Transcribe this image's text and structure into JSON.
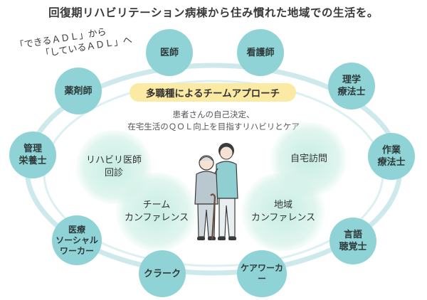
{
  "title": "回復期リハビリテーション病棟から住み慣れた地域での生活を。",
  "tagline": {
    "line1": "「できるＡＤＬ」から",
    "line2": "「しているＡＤＬ」へ"
  },
  "banner": "多職種によるチームアプローチ",
  "goal": {
    "line1": "患者さんの自己決定、",
    "line2": "在宅生活のＱＯＬ向上を目指すリハビリとケア"
  },
  "professions": {
    "doctor": "医師",
    "nurse": "看護師",
    "pt": "理学\n療法士",
    "ot": "作業\n療法士",
    "st": "言語\n聴覚士",
    "care_worker": "ケアワーカー",
    "clerk": "クラーク",
    "msw": "医療\nソーシャル\nワーカー",
    "dietitian": "管理\n栄養士",
    "pharmacist": "薬剤師"
  },
  "activities": {
    "rounds": "リハビリ医師\n回診",
    "home_visit": "自宅訪問",
    "team_conf": "チーム\nカンファレンス",
    "community_conf": "地域\nカンファレンス"
  },
  "colors": {
    "node": "#8fd3d6",
    "ring": "#cde9ec",
    "banner": "#fbeaa3",
    "glow": "#cdeee4"
  }
}
